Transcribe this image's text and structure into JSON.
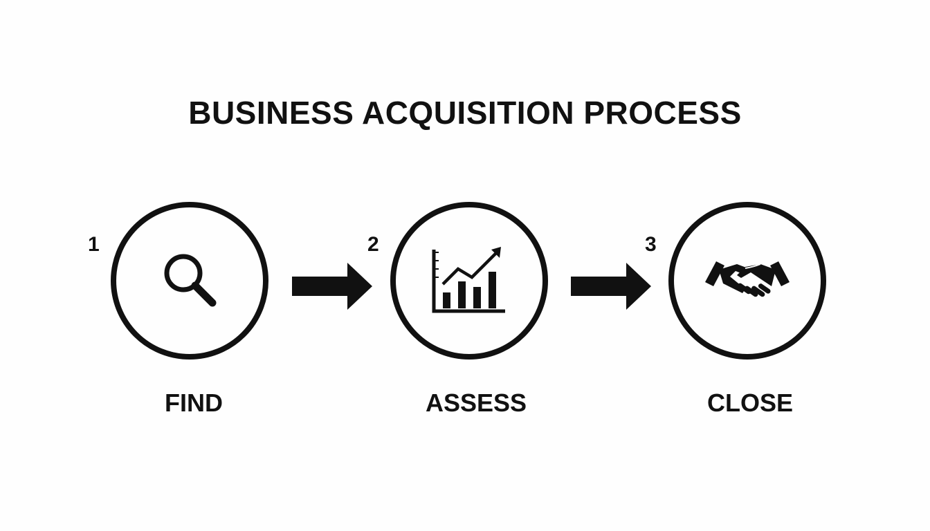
{
  "title": "BUSINESS ACQUISITION PROCESS",
  "steps": [
    {
      "number": "1",
      "label": "FIND",
      "icon": "magnifying-glass-icon"
    },
    {
      "number": "2",
      "label": "ASSESS",
      "icon": "bar-chart-trend-icon"
    },
    {
      "number": "3",
      "label": "CLOSE",
      "icon": "handshake-icon"
    }
  ],
  "colors": {
    "ink": "#111111",
    "background": "#fefefe"
  }
}
